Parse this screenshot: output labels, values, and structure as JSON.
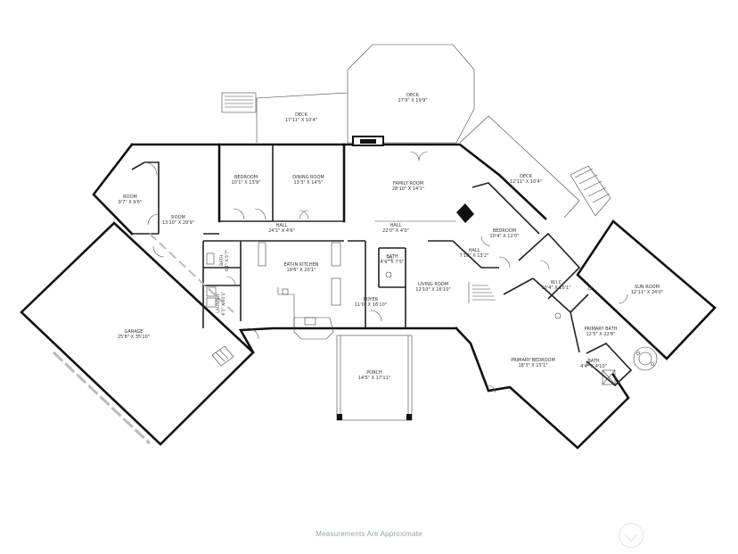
{
  "rooms": [
    {
      "id": "deck-top",
      "name": "DECK",
      "dims": "27'9\" X 19'9\""
    },
    {
      "id": "deck-left",
      "name": "DECK",
      "dims": "17'11\" X 10'4\""
    },
    {
      "id": "deck-right",
      "name": "DECK",
      "dims": "12'11\" X 10'4\""
    },
    {
      "id": "room-small",
      "name": "ROOM",
      "dims": "9'7\" X 9'6\""
    },
    {
      "id": "room-large",
      "name": "ROOM",
      "dims": "13'10\" X 29'9\""
    },
    {
      "id": "bedroom-1",
      "name": "BEDROOM",
      "dims": "10'1\" X 13'9\""
    },
    {
      "id": "dining-room",
      "name": "DINING ROOM",
      "dims": "13'3\" X 14'5\""
    },
    {
      "id": "family-room",
      "name": "FAMILY ROOM",
      "dims": "28'10\" X 14'1\""
    },
    {
      "id": "bedroom-2",
      "name": "BEDROOM",
      "dims": "10'4\" X 12'0\""
    },
    {
      "id": "hall-1",
      "name": "HALL",
      "dims": "24'1\" X 4'6\""
    },
    {
      "id": "hall-2",
      "name": "HALL",
      "dims": "22'0\" X 4'0\""
    },
    {
      "id": "hall-3",
      "name": "HALL",
      "dims": "7'10\" X 13'2\""
    },
    {
      "id": "bath-1",
      "name": "BATH",
      "dims": "6'1\" X 5'7\""
    },
    {
      "id": "laundry",
      "name": "LAUNDRY",
      "dims": "6'1\" X 10'1\""
    },
    {
      "id": "eat-in-kitchen",
      "name": "EAT-IN KITCHEN",
      "dims": "19'6\" X 20'1\""
    },
    {
      "id": "bath-2",
      "name": "BATH",
      "dims": "4'6\" X 7'5\""
    },
    {
      "id": "living-room",
      "name": "LIVING ROOM",
      "dims": "12'10\" X 16'10\""
    },
    {
      "id": "foyer",
      "name": "FOYER",
      "dims": "11'0\" X 16'10\""
    },
    {
      "id": "wic",
      "name": "W.I.C",
      "dims": "10'4\" X 10'1\""
    },
    {
      "id": "sun-room",
      "name": "SUN ROOM",
      "dims": "12'11\" X 24'0\""
    },
    {
      "id": "primary-bath",
      "name": "PRIMARY BATH",
      "dims": "12'5\" X 22'8\""
    },
    {
      "id": "garage",
      "name": "GARAGE",
      "dims": "25'8\" X 35'10\""
    },
    {
      "id": "porch",
      "name": "PORCH",
      "dims": "14'5\" X 17'11\""
    },
    {
      "id": "primary-bedroom",
      "name": "PRIMARY BEDROOM",
      "dims": "18'3\" X 15'1\""
    },
    {
      "id": "bath-3",
      "name": "BATH",
      "dims": "4'4\" X 4'10\""
    }
  ],
  "footer": {
    "text": "Measurements Are Approximate"
  }
}
